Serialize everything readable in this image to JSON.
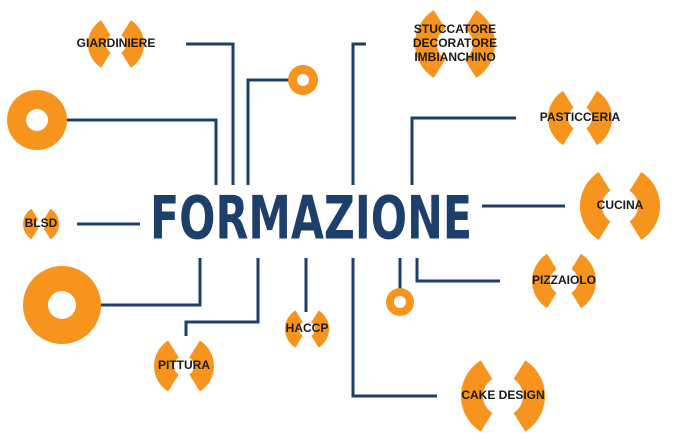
{
  "title": "FORMAZIONE",
  "colors": {
    "accent": "#f7941d",
    "line": "#1d3f6b",
    "text": "#1a1a1a"
  },
  "nodes": {
    "giardiniere": "GIARDINIERE",
    "stuccatore": [
      "STUCCATORE",
      "DECORATORE",
      "IMBIANCHINO"
    ],
    "pasticceria": "PASTICCERIA",
    "cucina": "CUCINA",
    "blsd": "BLSD",
    "pizzaiolo": "PIZZAIOLO",
    "haccp": "HACCP",
    "pittura": "PITTURA",
    "cake_design": "CAKE DESIGN"
  }
}
